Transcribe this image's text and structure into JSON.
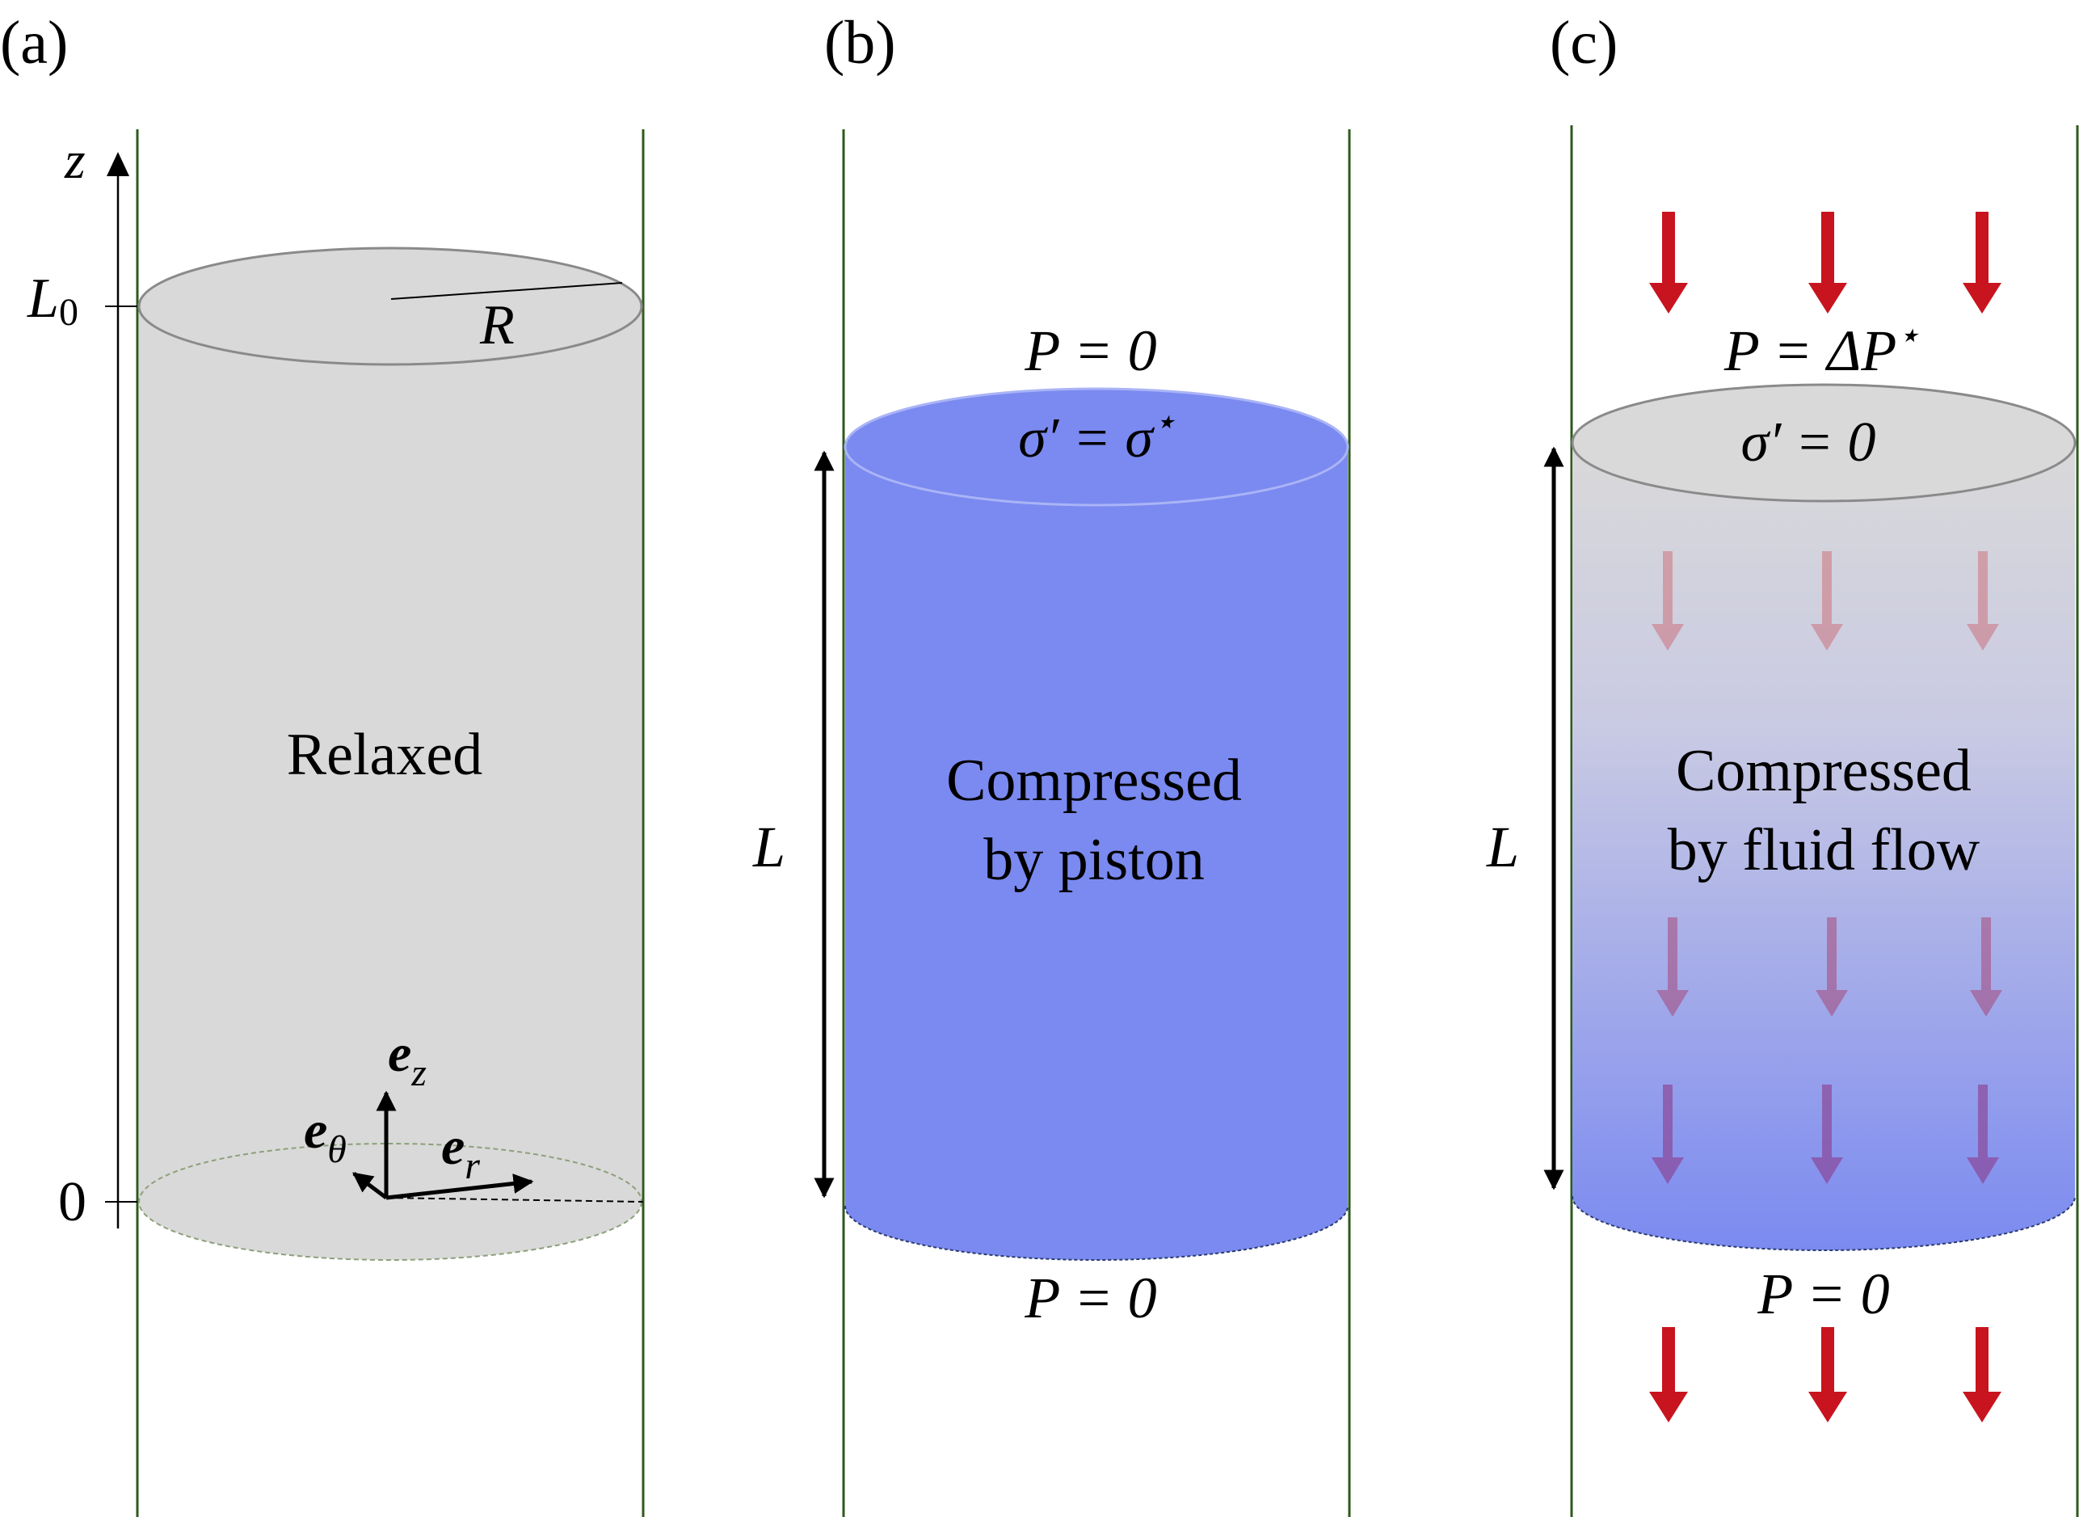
{
  "panels": {
    "a": {
      "label": "(a)",
      "axis": {
        "name": "z",
        "top_tick": "L",
        "top_tick_sub": "0",
        "bottom_tick": "0"
      },
      "radius_label": "R",
      "state_label": "Relaxed",
      "basis": {
        "ez": {
          "base": "e",
          "sub": "z"
        },
        "etheta": {
          "base": "e",
          "sub": "θ"
        },
        "er": {
          "base": "e",
          "sub": "r"
        }
      }
    },
    "b": {
      "label": "(b)",
      "top_condition": "P = 0",
      "top_stress": "σ′ = σ",
      "top_stress_star": "⋆",
      "length_label": "L",
      "state_line1": "Compressed",
      "state_line2": "by piston",
      "bottom_condition": "P = 0"
    },
    "c": {
      "label": "(c)",
      "top_condition": "P = ΔP",
      "top_condition_star": "⋆",
      "top_stress": "σ′ = 0",
      "length_label": "L",
      "state_line1": "Compressed",
      "state_line2": "by fluid flow",
      "bottom_condition": "P = 0"
    }
  },
  "colors": {
    "wall": "#2e5a1c",
    "relaxed_fill": "#d9d9d9",
    "compressed_fill": "#7b8af0",
    "flow_arrow": "#c8141e"
  }
}
